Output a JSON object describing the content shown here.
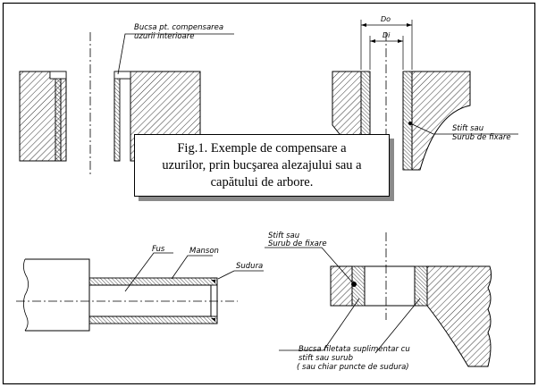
{
  "caption": "Fig.1. Exemple de compensare a\nuzurilor, prin bucşarea alezajului sau a\ncapătului de arbore.",
  "labels": {
    "top_left_1": "Bucsa pt. compensarea",
    "top_left_2": "uzurii interioare",
    "dim_outer": "Do",
    "dim_inner": "Di",
    "top_right_1": "Stift sau",
    "top_right_2": "Surub de fixare",
    "fus": "Fus",
    "manson": "Manson",
    "sudura": "Sudura",
    "bottom_right_1": "Stift sau",
    "bottom_right_2": "Surub de fixare",
    "bottom_bush_1": "Bucsa filetata suplimentar cu",
    "bottom_bush_2": "stift sau surub",
    "bottom_bush_3": "( sau chiar puncte de sudura)"
  },
  "colors": {
    "line": "#000000",
    "shadow": "#8a8a8a",
    "background": "#ffffff"
  }
}
